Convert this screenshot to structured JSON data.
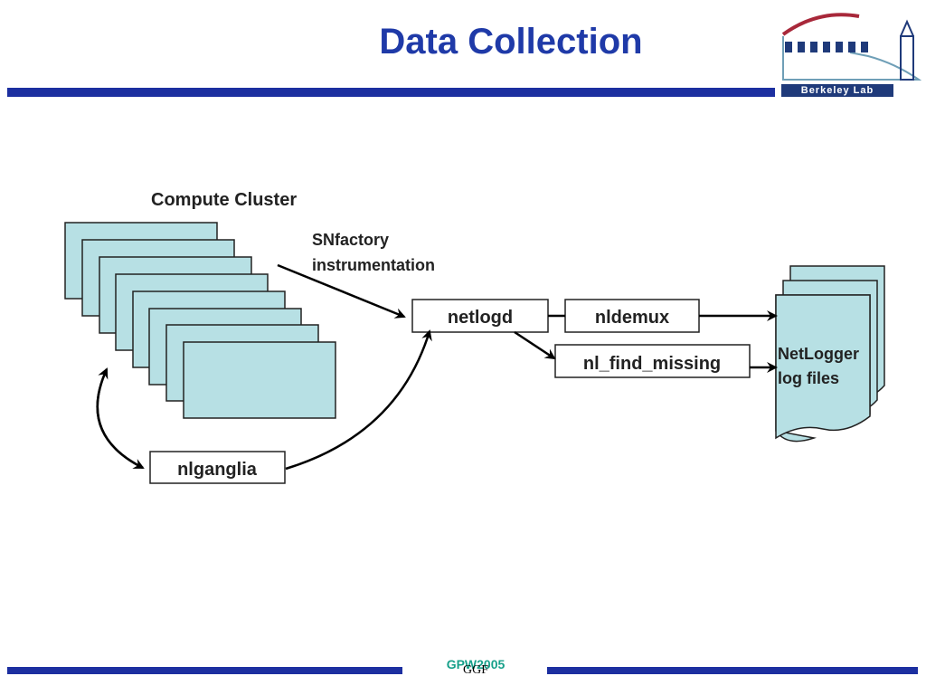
{
  "slide": {
    "title": "Data Collection",
    "footer_conference": "GPW2005",
    "footer_org": "GGF"
  },
  "logo": {
    "text": "Berkeley Lab"
  },
  "diagram": {
    "cluster_label": "Compute Cluster",
    "instrumentation_line1": "SNfactory",
    "instrumentation_line2": "instrumentation",
    "netlogd": "netlogd",
    "nldemux": "nldemux",
    "nl_find_missing": "nl_find_missing",
    "nlganglia": "nlganglia",
    "logfiles_line1": "NetLogger",
    "logfiles_line2": "log files"
  },
  "colors": {
    "title": "#1f3aa8",
    "rule": "#1c2fa0",
    "node_fill": "#b7e0e4",
    "footer": "#17a08a"
  }
}
